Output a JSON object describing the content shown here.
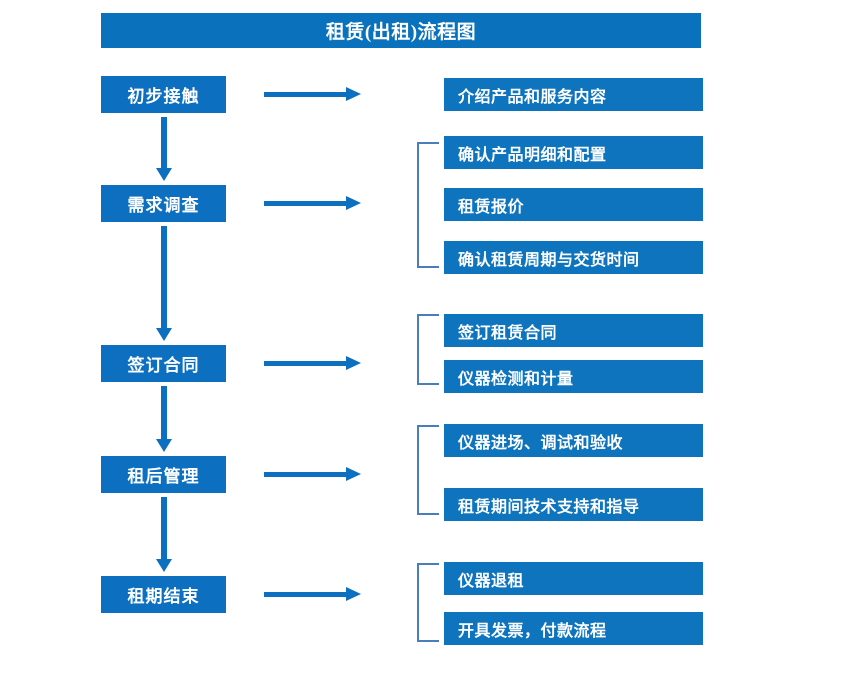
{
  "document": {
    "type": "flowchart",
    "title": "租赁(出租)流程图",
    "orientation": "vertical-left-stages-with-right-details"
  },
  "theme": {
    "title_bar_color": "#0A72BC",
    "stage_box_color": "#0C6FC0",
    "detail_box_color": "#0E74BE",
    "arrow_color": "#0C6FC0",
    "bracket_color": "#4A7EBB",
    "text_color": "#FFFFFF",
    "background": "#FFFFFF"
  },
  "stages": [
    {
      "id": "stage-1",
      "label": "初步接触"
    },
    {
      "id": "stage-2",
      "label": "需求调查"
    },
    {
      "id": "stage-3",
      "label": "签订合同"
    },
    {
      "id": "stage-4",
      "label": "租后管理"
    },
    {
      "id": "stage-5",
      "label": "租期结束"
    }
  ],
  "details": [
    {
      "id": "detail-1-1",
      "group": 1,
      "label": "介绍产品和服务内容"
    },
    {
      "id": "detail-2-1",
      "group": 2,
      "label": "确认产品明细和配置"
    },
    {
      "id": "detail-2-2",
      "group": 2,
      "label": "租赁报价"
    },
    {
      "id": "detail-2-3",
      "group": 2,
      "label": "确认租赁周期与交货时间"
    },
    {
      "id": "detail-3-1",
      "group": 3,
      "label": "签订租赁合同"
    },
    {
      "id": "detail-3-2",
      "group": 3,
      "label": "仪器检测和计量"
    },
    {
      "id": "detail-4-1",
      "group": 4,
      "label": "仪器进场、调试和验收"
    },
    {
      "id": "detail-4-2",
      "group": 4,
      "label": "租赁期间技术支持和指导"
    },
    {
      "id": "detail-5-1",
      "group": 5,
      "label": "仪器退租"
    },
    {
      "id": "detail-5-2",
      "group": 5,
      "label": "开具发票，付款流程"
    }
  ],
  "connectors": {
    "horizontal_arrow_count": 5,
    "vertical_arrow_count": 4,
    "bracket_count": 4
  }
}
